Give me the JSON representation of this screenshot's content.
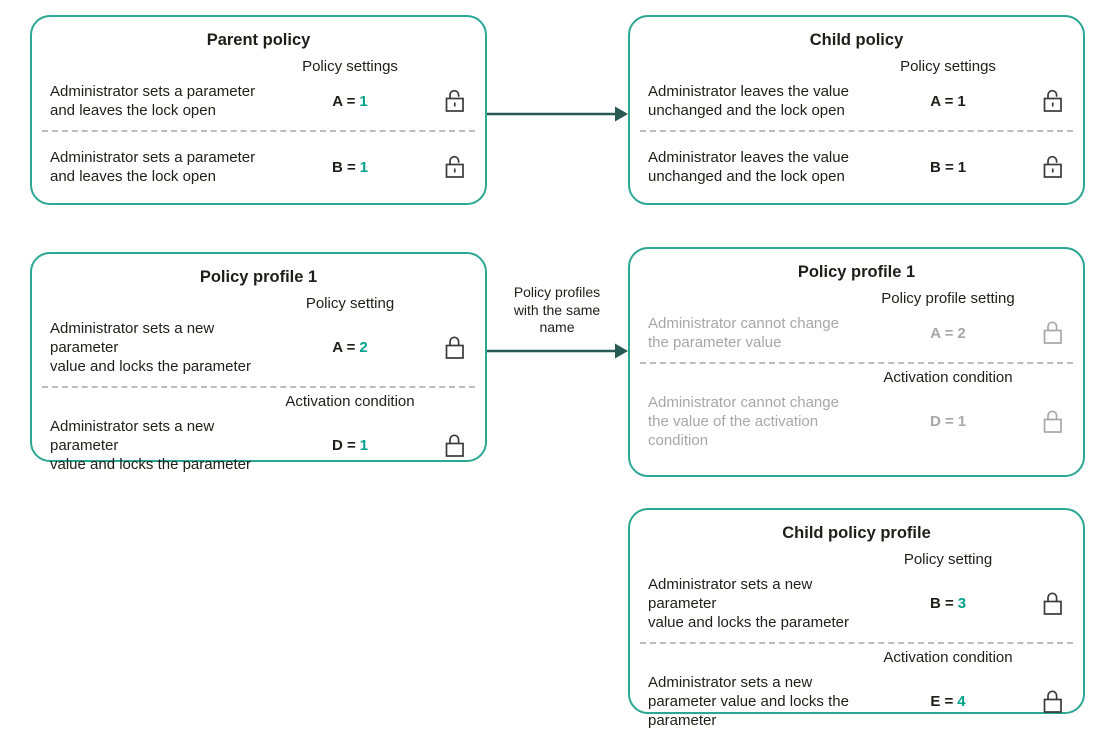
{
  "colors": {
    "card_border_teal": "#2BA893",
    "value_teal": "#00A28C",
    "arrow_dark_teal": "#275A51",
    "muted_gray": "#A7A7A7",
    "text_black": "#1E1E1C"
  },
  "arrows": [
    {
      "name": "parent-to-child-policy",
      "label": ""
    },
    {
      "name": "profile-to-child-profile",
      "label": "Policy profiles\nwith the same\nname"
    }
  ],
  "boxes": [
    {
      "title": "Parent policy",
      "sections": [
        {
          "label": "Policy settings",
          "desc": "Administrator sets a parameter\nand leaves the lock open",
          "param": "A =",
          "value": "1",
          "lock": "lock-open-icon"
        },
        {
          "desc": "Administrator sets a parameter\nand  leaves the lock open",
          "param": "B =",
          "value": "1",
          "lock": "lock-open-icon"
        }
      ]
    },
    {
      "title": "Child policy",
      "sections": [
        {
          "label": "Policy settings",
          "desc": "Administrator leaves the value\nunchanged and the lock open",
          "param": "A =",
          "value": "1",
          "lock": "lock-open-icon"
        },
        {
          "desc": "Administrator leaves the value\nunchanged and the lock open",
          "param": "B =",
          "value": "1",
          "lock": "lock-open-icon"
        }
      ]
    },
    {
      "title": "Policy profile 1",
      "sections": [
        {
          "label": "Policy setting",
          "desc": "Administrator sets a new parameter\nvalue and locks the parameter",
          "param": "A =",
          "value": "2",
          "lock": "lock-closed-icon"
        },
        {
          "label": "Activation condition",
          "desc": "Administrator sets a new parameter\nvalue and locks the parameter",
          "param": "D =",
          "value": "1",
          "lock": "lock-closed-icon"
        }
      ]
    },
    {
      "title": "Policy profile 1",
      "sections": [
        {
          "label": "Policy profile setting",
          "desc": "Administrator cannot change\nthe parameter value",
          "param": "A =",
          "value": "2",
          "lock": "lock-closed-icon"
        },
        {
          "label": "Activation condition",
          "desc": "Administrator cannot change\nthe value of the activation\ncondition",
          "param": "D =",
          "value": "1",
          "lock": "lock-closed-icon"
        }
      ]
    },
    {
      "title": "Child policy profile",
      "sections": [
        {
          "label": "Policy setting",
          "desc": "Administrator sets a new parameter\nvalue and locks the parameter",
          "param": "B =",
          "value": "3",
          "lock": "lock-closed-icon"
        },
        {
          "label": "Activation condition",
          "desc": "Administrator sets a new\nparameter value and locks the\nparameter",
          "param": "E =",
          "value": "4",
          "lock": "lock-closed-icon"
        }
      ]
    }
  ]
}
